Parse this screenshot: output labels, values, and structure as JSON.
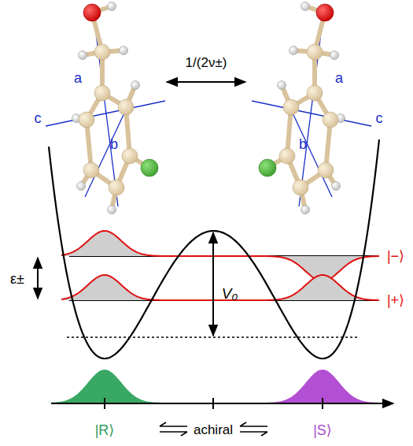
{
  "diagram": {
    "labels": [
      "a",
      "c",
      "b",
      "a",
      "c",
      "b",
      "1/(2ν±)",
      "ε±",
      "V₀",
      "|−⟩",
      "|+⟩",
      "|R⟩",
      "achiral",
      "|S⟩"
    ]
  }
}
